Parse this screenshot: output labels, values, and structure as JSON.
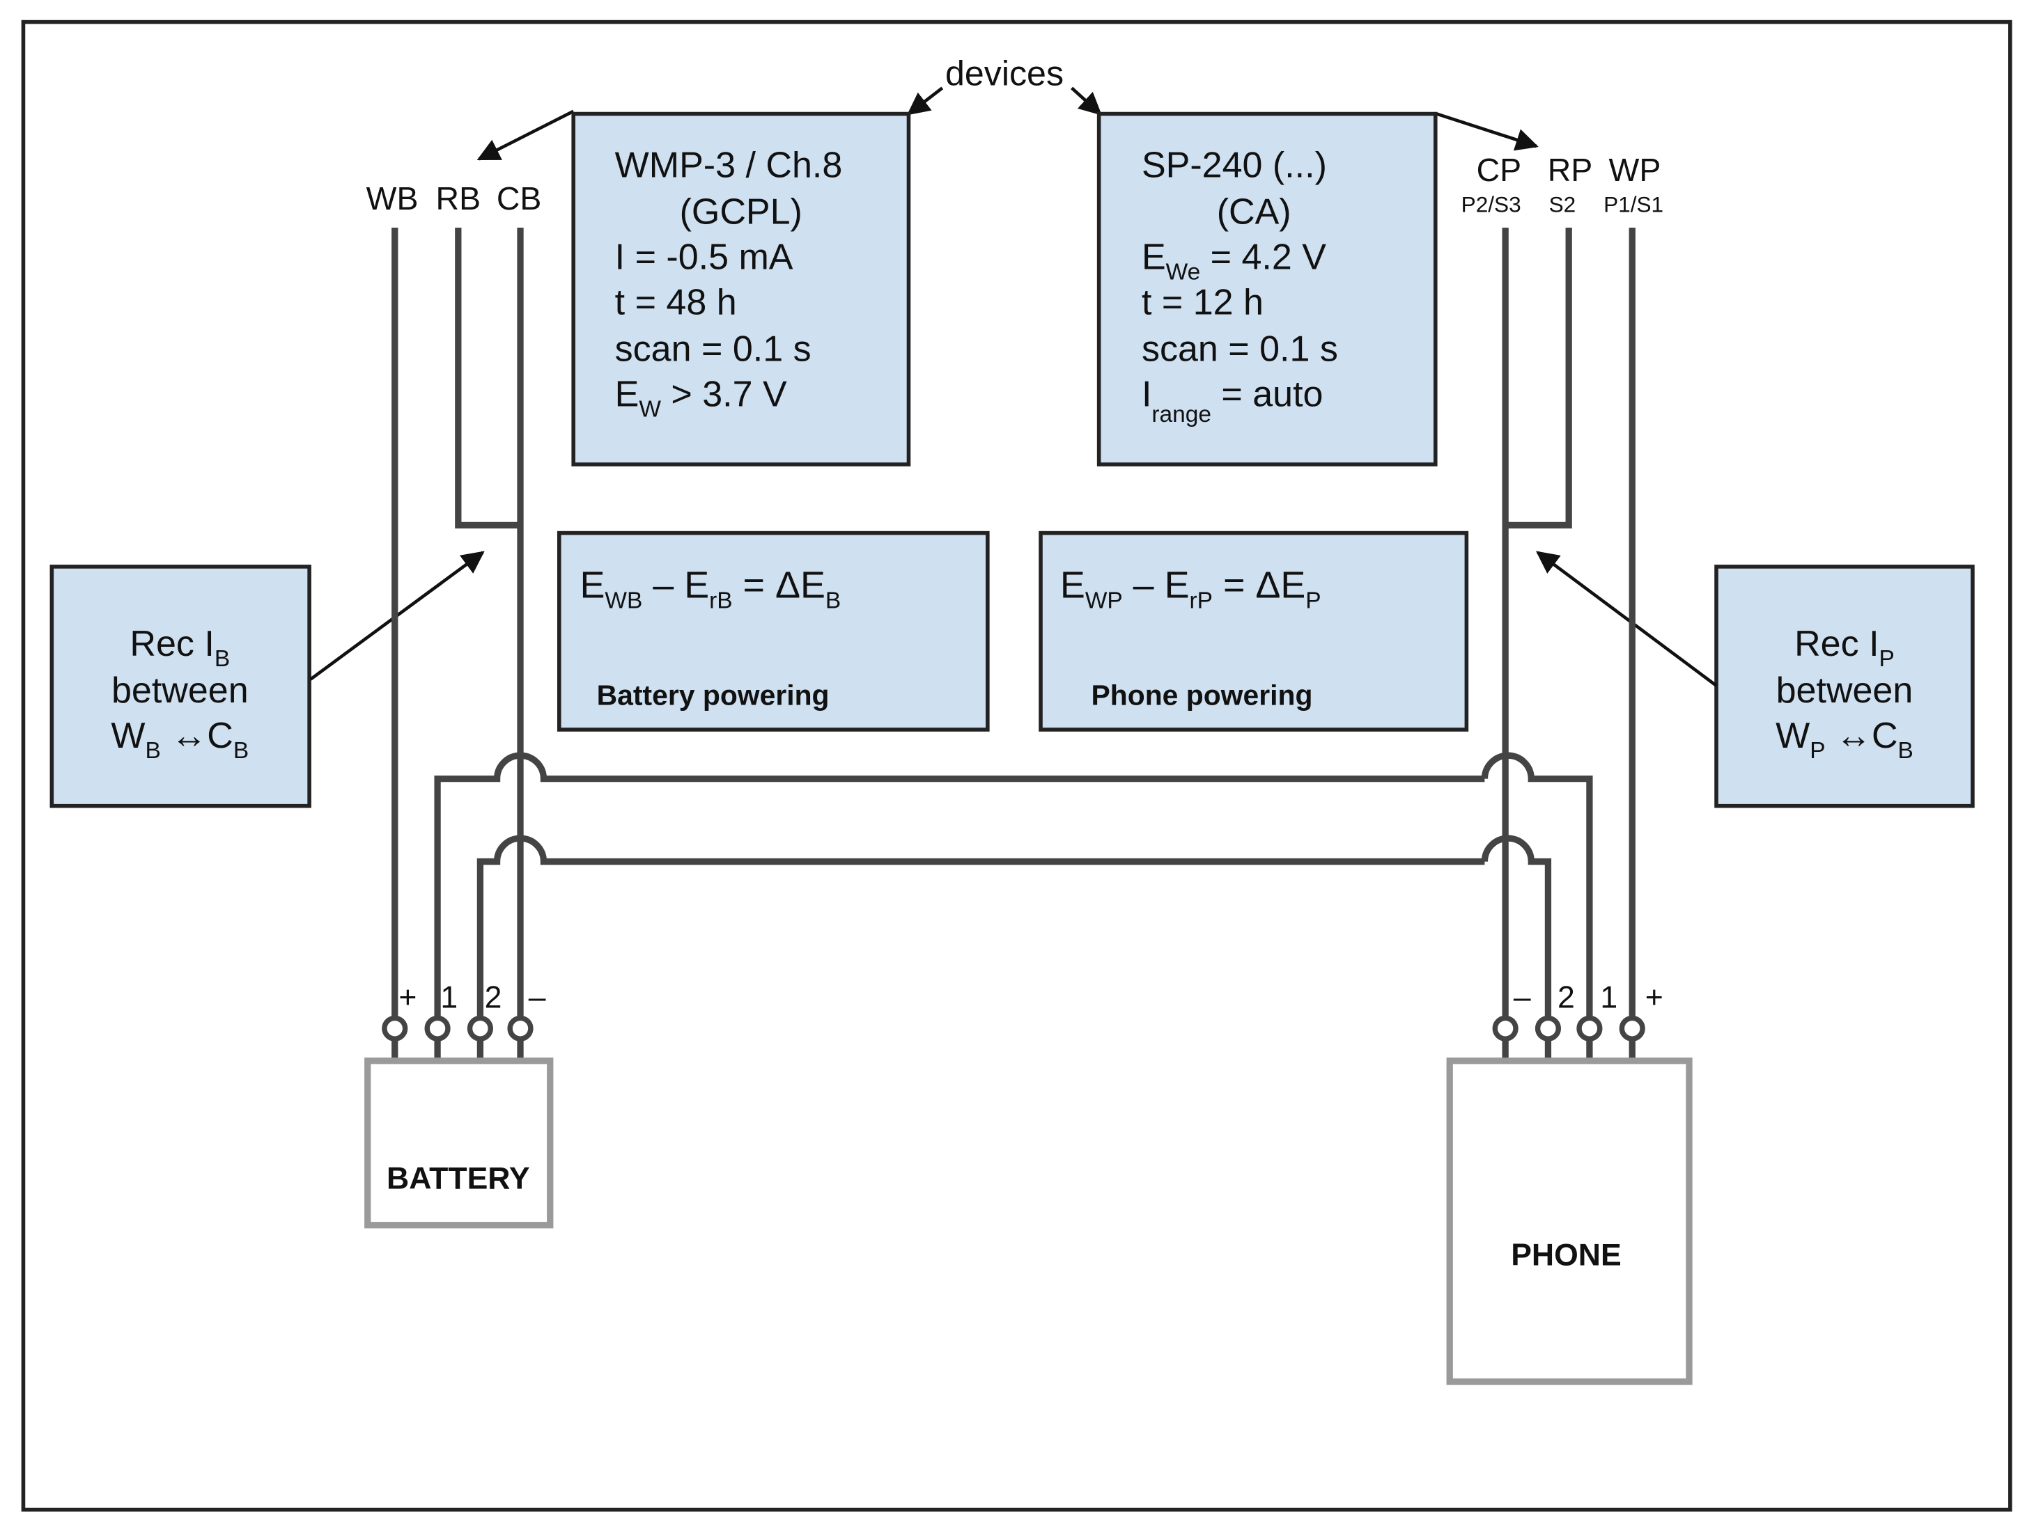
{
  "devices_label": "devices",
  "battery_leads": [
    "WB",
    "RB",
    "CB"
  ],
  "phone_leads": {
    "names": [
      "CP",
      "RP",
      "WP"
    ],
    "channels": [
      "P2/S3",
      "S2",
      "P1/S1"
    ]
  },
  "wmp_box": {
    "title": "WMP-3 / Ch.8",
    "mode": "(GCPL)",
    "current": "I = -0.5 mA",
    "time": "t = 48 h",
    "scan": "scan = 0.1 s",
    "limit_base": "E",
    "limit_sub": "W",
    "limit_rest": " > 3.7 V"
  },
  "sp_box": {
    "title": "SP-240 (...)",
    "mode": "(CA)",
    "potential_base": "E",
    "potential_sub": "We",
    "potential_rest": " = 4.2 V",
    "time": "t = 12 h",
    "scan": "scan = 0.1 s",
    "range_base": "I",
    "range_sub": "range",
    "range_rest": " = auto"
  },
  "battery_eq": {
    "e1": "E",
    "s1": "WB",
    "minus": " – ",
    "e2": "E",
    "s2": "rB",
    "eq": " = ΔE",
    "s3": "B",
    "caption": "Battery powering"
  },
  "phone_eq": {
    "e1": "E",
    "s1": "WP",
    "minus": " – ",
    "e2": "E",
    "s2": "rP",
    "eq": " = ΔE",
    "s3": "P",
    "caption": "Phone powering"
  },
  "rec_battery": {
    "line1": "Rec I",
    "line1_sub": "B",
    "line2": "between",
    "w": "W",
    "w_sub": "B",
    "arrow": " ↔C",
    "c_sub": "B"
  },
  "rec_phone": {
    "line1": "Rec I",
    "line1_sub": "P",
    "line2": "between",
    "w": "W",
    "w_sub": "P",
    "arrow": " ↔C",
    "c_sub": "B"
  },
  "battery_terminals": [
    "+",
    "1",
    "2",
    "–"
  ],
  "phone_terminals": [
    "–",
    "2",
    "1",
    "+"
  ],
  "battery_label": "BATTERY",
  "phone_label": "PHONE"
}
